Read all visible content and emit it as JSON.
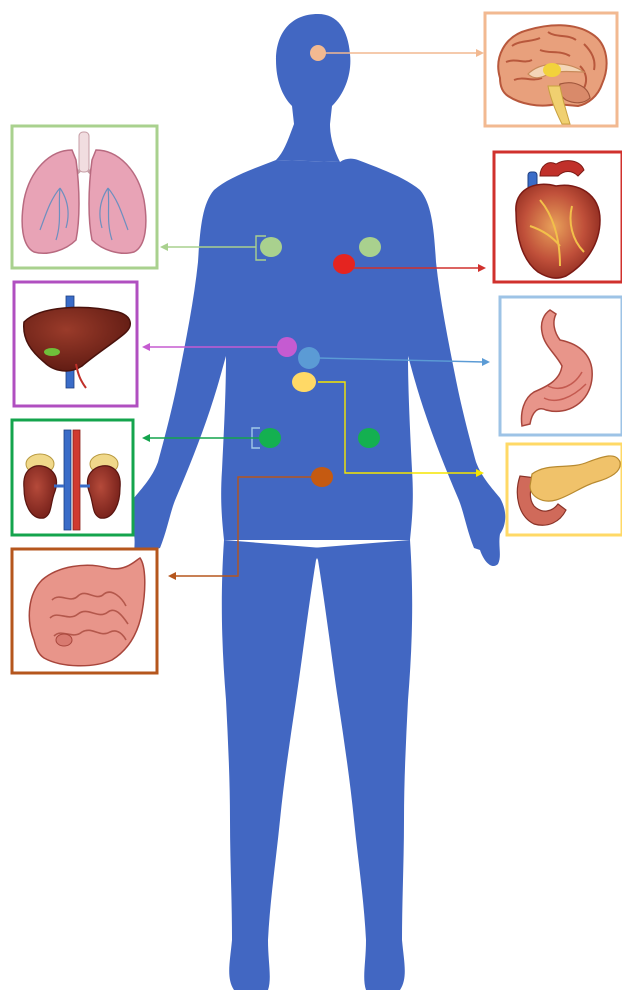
{
  "figure": {
    "body_color": "#4267c2",
    "background": "#ffffff"
  },
  "organs": [
    {
      "key": "brain",
      "icon": "brain-icon",
      "frame_color": "#f2b991",
      "marker_color": "#f2b991",
      "arrow_color": "#f2b991"
    },
    {
      "key": "lungs",
      "icon": "lungs-icon",
      "frame_color": "#a9d18e",
      "marker_color": "#a9d18e",
      "arrow_color": "#a9d18e"
    },
    {
      "key": "heart",
      "icon": "heart-icon",
      "frame_color": "#d0312d",
      "marker_color": "#e52420",
      "arrow_color": "#d0312d"
    },
    {
      "key": "liver",
      "icon": "liver-icon",
      "frame_color": "#b04fc0",
      "marker_color": "#c55bd1",
      "arrow_color": "#c55bd1"
    },
    {
      "key": "stomach",
      "icon": "stomach-icon",
      "frame_color": "#9dc3e6",
      "marker_color": "#5b9bd5",
      "arrow_color": "#5b9bd5"
    },
    {
      "key": "pancreas",
      "icon": "pancreas-icon",
      "frame_color": "#ffd966",
      "marker_color": "#ffd966",
      "arrow_color": "#f5e600"
    },
    {
      "key": "kidneys",
      "icon": "kidneys-icon",
      "frame_color": "#14a44d",
      "marker_color": "#14b050",
      "arrow_color": "#14a44d"
    },
    {
      "key": "intestine",
      "icon": "intestine-icon",
      "frame_color": "#b5561d",
      "marker_color": "#c55a11",
      "arrow_color": "#b5561d"
    }
  ]
}
